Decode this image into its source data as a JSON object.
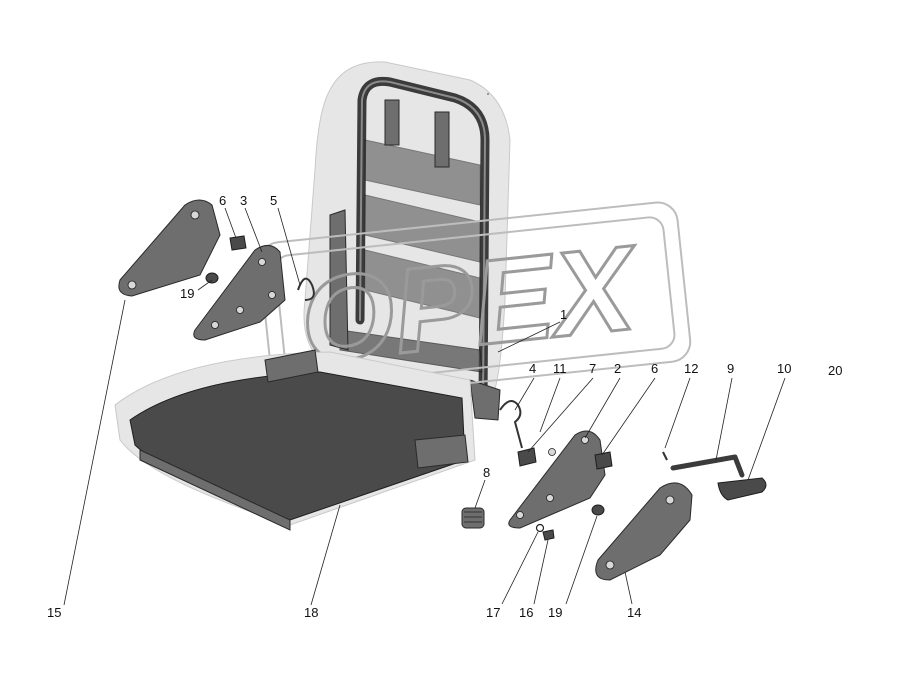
{
  "diagram": {
    "watermark_text": "OPEX",
    "callouts": [
      {
        "id": "c1",
        "label": "1"
      },
      {
        "id": "c2",
        "label": "2"
      },
      {
        "id": "c3",
        "label": "3"
      },
      {
        "id": "c4",
        "label": "4"
      },
      {
        "id": "c5",
        "label": "5"
      },
      {
        "id": "c6a",
        "label": "6"
      },
      {
        "id": "c6b",
        "label": "6"
      },
      {
        "id": "c7",
        "label": "7"
      },
      {
        "id": "c8",
        "label": "8"
      },
      {
        "id": "c9",
        "label": "9"
      },
      {
        "id": "c10",
        "label": "10"
      },
      {
        "id": "c11",
        "label": "11"
      },
      {
        "id": "c12",
        "label": "12"
      },
      {
        "id": "c14",
        "label": "14"
      },
      {
        "id": "c15",
        "label": "15"
      },
      {
        "id": "c16",
        "label": "16"
      },
      {
        "id": "c17",
        "label": "17"
      },
      {
        "id": "c18",
        "label": "18"
      },
      {
        "id": "c19a",
        "label": "19"
      },
      {
        "id": "c19b",
        "label": "19"
      },
      {
        "id": "c20",
        "label": "20"
      }
    ]
  }
}
